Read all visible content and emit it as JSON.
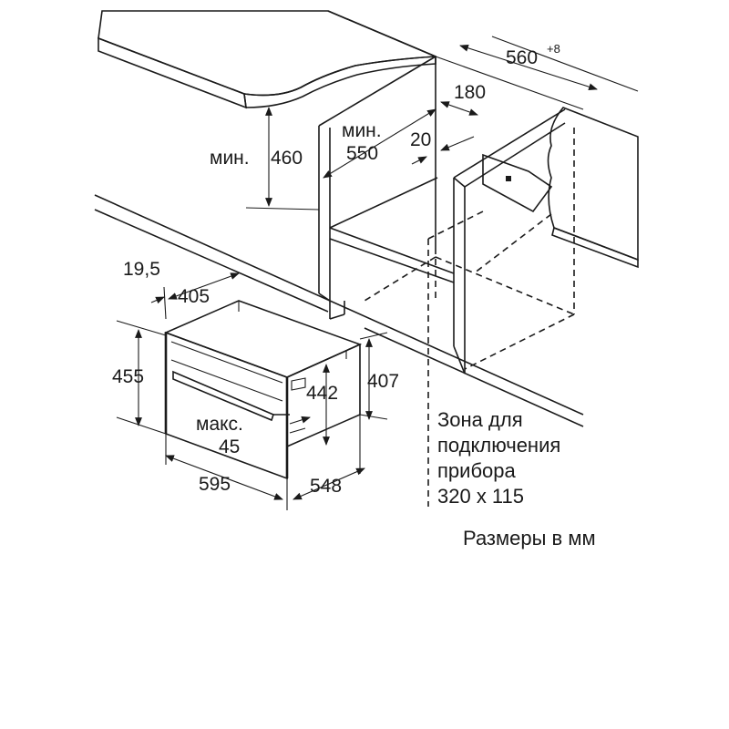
{
  "diagram": {
    "colors": {
      "worktop": "#cfcfcf",
      "line": "#1a1a1a",
      "background": "#ffffff"
    },
    "labels": {
      "niche_width": "560",
      "niche_width_tol": "+8",
      "niche_depth_top": "180",
      "min_prefix_height": "мин.",
      "min_height": "460",
      "min_prefix_depth": "мин.",
      "min_depth": "550",
      "gap": "20",
      "door_offset": "19,5",
      "top_depth": "405",
      "total_height": "455",
      "inner_height": "442",
      "body_height": "407",
      "handle_prefix": "макс.",
      "handle_depth": "45",
      "width": "595",
      "depth": "548"
    },
    "connection_note": {
      "line1": "Зона для",
      "line2": "подключения",
      "line3": "прибора",
      "line4": "320 x 115"
    },
    "units_note": "Размеры в мм"
  }
}
